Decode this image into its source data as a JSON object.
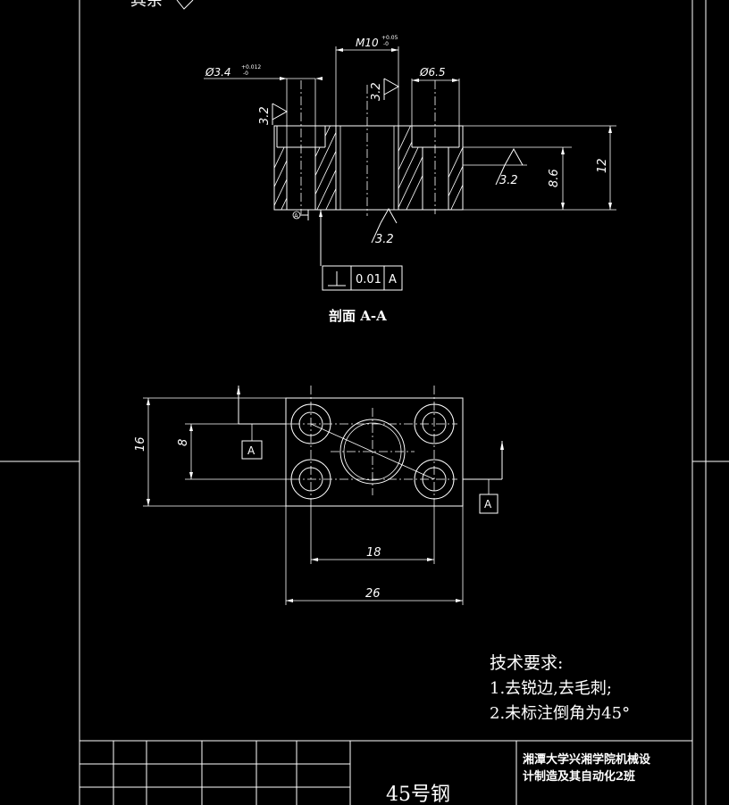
{
  "section_view": {
    "roughness_top_left_partial": "其余",
    "dim_m10": "M10",
    "dim_m10_tol_upper": "+0.05",
    "dim_m10_tol_lower": "-0",
    "dim_phi34": "Ø3.4",
    "dim_phi34_tol_upper": "+0.012",
    "dim_phi34_tol_lower": "-0",
    "dim_phi65": "Ø6.5",
    "roughness_left": "3.2",
    "roughness_center": "3.2",
    "roughness_right": "3.2",
    "roughness_bottom": "3.2",
    "dim_86": "8.6",
    "dim_12": "12",
    "datum_mark": "A",
    "gdt_tolerance": "0.01",
    "gdt_datum": "A",
    "caption": "剖面 A-A"
  },
  "plan_view": {
    "dim_16": "16",
    "dim_8": "8",
    "dim_18": "18",
    "dim_26": "26",
    "datum_left": "A",
    "datum_right": "A"
  },
  "tech_requirements": {
    "heading": "技术要求:",
    "item1": "1.去锐边,去毛刺;",
    "item2": "2.未标注倒角为45°"
  },
  "title_block": {
    "school_line1": "湘潭大学兴湘学院机械设",
    "school_line2": "计制造及其自动化2班",
    "material": "45号钢"
  }
}
